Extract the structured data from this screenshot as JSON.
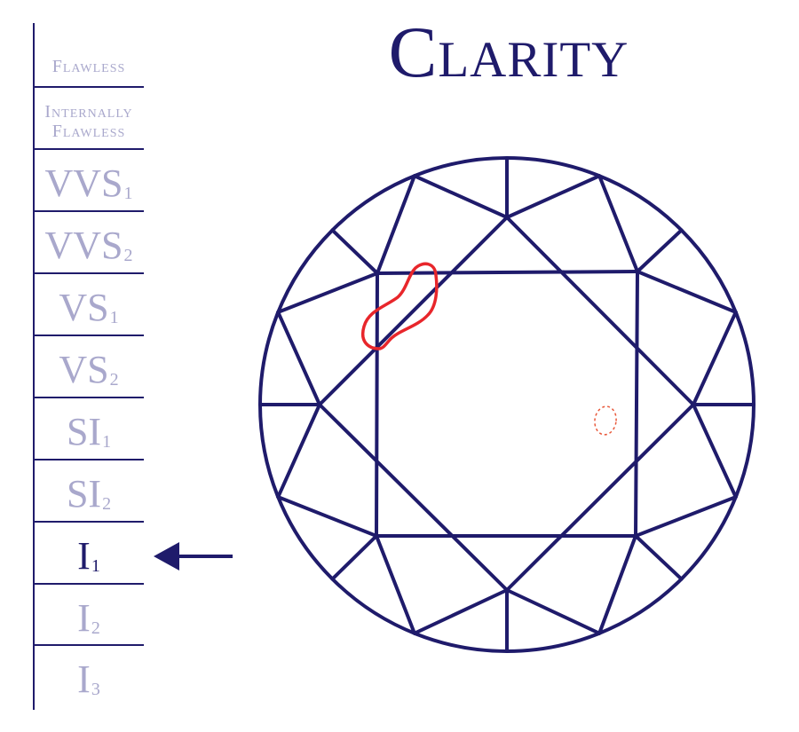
{
  "title": "Clarity",
  "colors": {
    "navy": "#1f1b6b",
    "inactive_label": "#a9a8cc",
    "inclusion": "#e8262b",
    "inclusion_faint": "#e8583a"
  },
  "scale": {
    "grades": [
      {
        "label": "Flawless",
        "main": "Flawless",
        "sub": "",
        "style": "small",
        "active": false
      },
      {
        "label": "Internally Flawless",
        "main": "Internally Flawless",
        "sub": "",
        "style": "small",
        "active": false
      },
      {
        "label": "VVS1",
        "main": "VVS",
        "sub": "1",
        "style": "big",
        "active": false
      },
      {
        "label": "VVS2",
        "main": "VVS",
        "sub": "2",
        "style": "big",
        "active": false
      },
      {
        "label": "VS1",
        "main": "VS",
        "sub": "1",
        "style": "big",
        "active": false
      },
      {
        "label": "VS2",
        "main": "VS",
        "sub": "2",
        "style": "big",
        "active": false
      },
      {
        "label": "SI1",
        "main": "SI",
        "sub": "1",
        "style": "big",
        "active": false
      },
      {
        "label": "SI2",
        "main": "SI",
        "sub": "2",
        "style": "big",
        "active": false
      },
      {
        "label": "I1",
        "main": "I",
        "sub": "1",
        "style": "big",
        "active": true
      },
      {
        "label": "I2",
        "main": "I",
        "sub": "2",
        "style": "big",
        "active": false
      },
      {
        "label": "I3",
        "main": "I",
        "sub": "3",
        "style": "big",
        "active": false
      }
    ],
    "selected_grade": "I1",
    "pointer_icon": "left-arrow-icon"
  },
  "diagram": {
    "subject": "round brilliant diamond top view",
    "inclusions": [
      {
        "name": "large-inclusion",
        "style": "solid"
      },
      {
        "name": "small-inclusion",
        "style": "dashed"
      }
    ]
  }
}
